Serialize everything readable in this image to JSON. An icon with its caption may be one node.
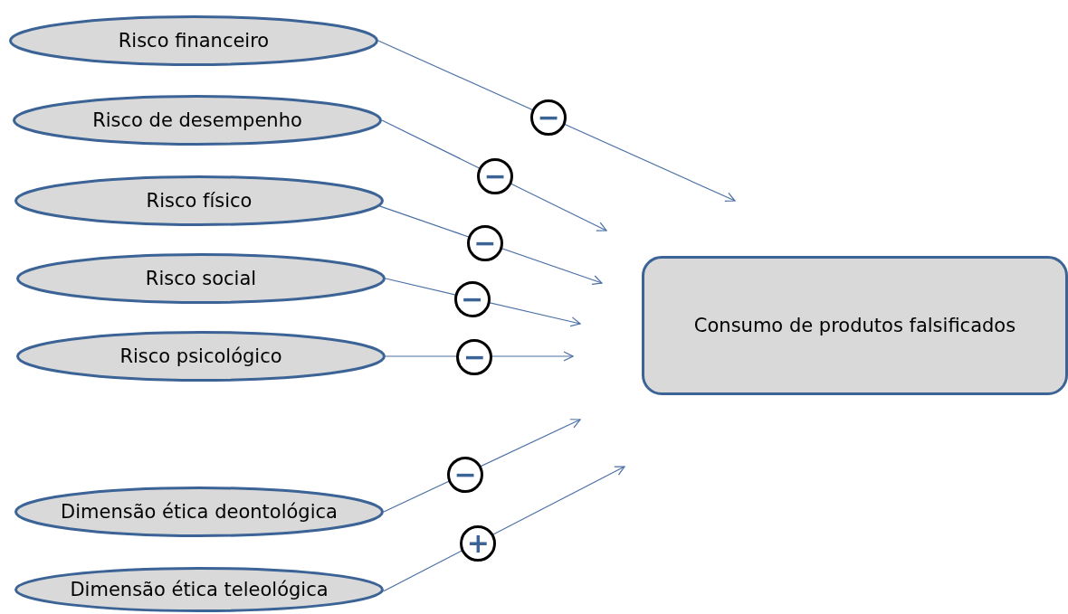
{
  "diagram": {
    "nodes": [
      {
        "text": [
          "Risco financeiro"
        ]
      },
      {
        "text": [
          "Risco de desempenho"
        ]
      },
      {
        "text": [
          "Risco físico"
        ]
      },
      {
        "text": [
          "Risco social"
        ]
      },
      {
        "text": [
          "Risco psicológico"
        ]
      },
      {
        "text": [
          "Dimensão ética deontológica"
        ]
      },
      {
        "text": [
          "Dimensão ética teleológica"
        ]
      },
      {
        "text": [
          "Consumo de produtos falsificados"
        ]
      }
    ],
    "edges": [
      {
        "from": 0,
        "to": null,
        "arrow": "to",
        "label": "−"
      },
      {
        "from": 1,
        "to": null,
        "arrow": "to",
        "label": "−"
      },
      {
        "from": 2,
        "to": null,
        "arrow": "to",
        "label": "−"
      },
      {
        "from": 3,
        "to": null,
        "arrow": "to",
        "label": "−"
      },
      {
        "from": 4,
        "to": null,
        "arrow": "to",
        "label": "−"
      },
      {
        "from": 5,
        "to": null,
        "arrow": "to",
        "label": "−"
      },
      {
        "from": 6,
        "to": null,
        "arrow": "to",
        "label": "+"
      }
    ]
  }
}
